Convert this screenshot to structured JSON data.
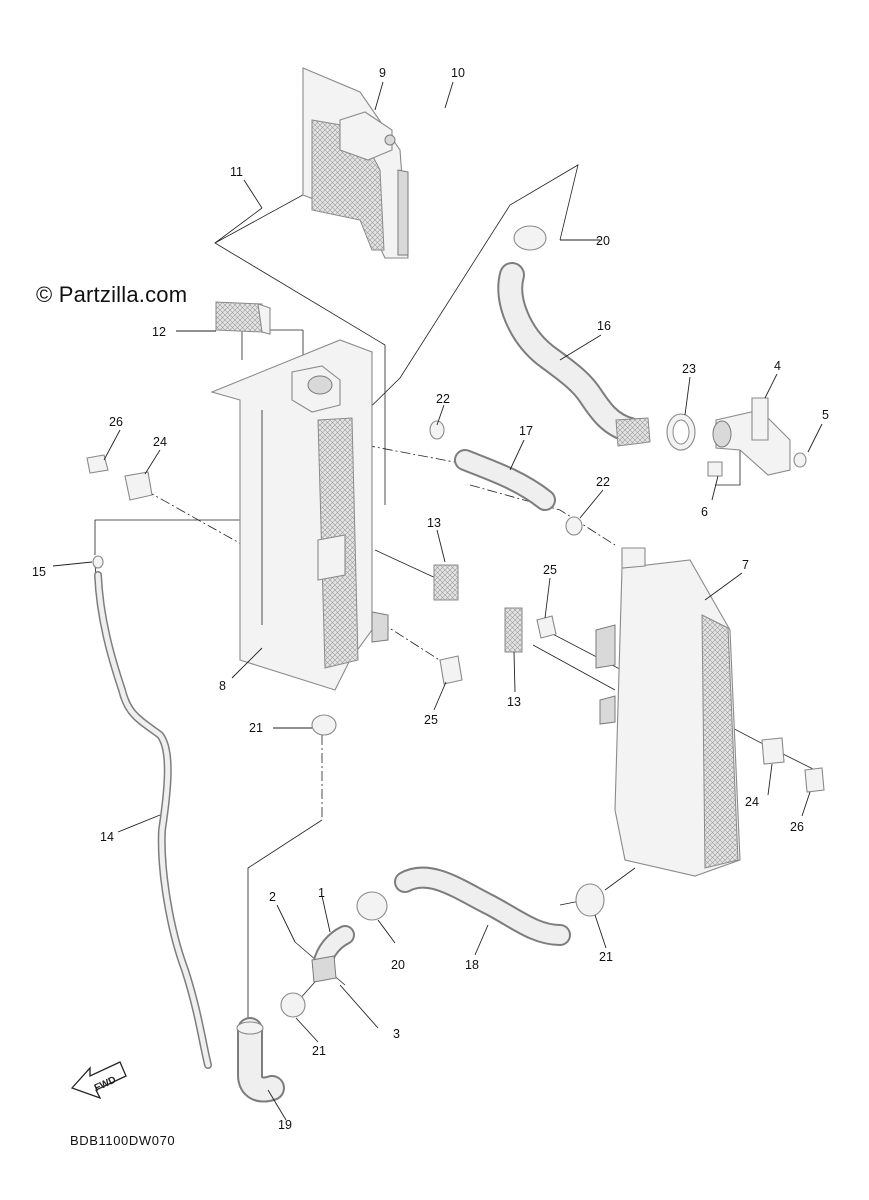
{
  "watermark": "© Partzilla.com",
  "drawing_code": "BDB1100DW070",
  "fwd_label": "FWD",
  "callouts": {
    "c1": "1",
    "c2": "2",
    "c3": "3",
    "c4": "4",
    "c5": "5",
    "c6": "6",
    "c7": "7",
    "c8": "8",
    "c9": "9",
    "c10": "10",
    "c11": "11",
    "c12": "12",
    "c13a": "13",
    "c13b": "13",
    "c14": "14",
    "c15": "15",
    "c16": "16",
    "c17": "17",
    "c18": "18",
    "c19": "19",
    "c20a": "20",
    "c20b": "20",
    "c21a": "21",
    "c21b": "21",
    "c21c": "21",
    "c22a": "22",
    "c22b": "22",
    "c23": "23",
    "c24a": "24",
    "c24b": "24",
    "c25a": "25",
    "c25b": "25",
    "c26a": "26",
    "c26b": "26"
  }
}
